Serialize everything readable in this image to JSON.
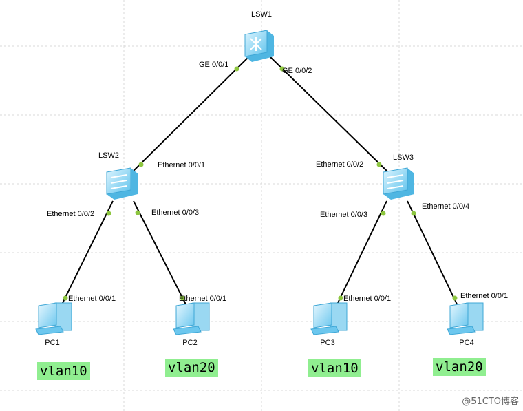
{
  "devices": {
    "lsw1": {
      "name": "LSW1",
      "icon": "core-switch-icon"
    },
    "lsw2": {
      "name": "LSW2",
      "icon": "switch-icon"
    },
    "lsw3": {
      "name": "LSW3",
      "icon": "switch-icon"
    },
    "pc1": {
      "name": "PC1",
      "icon": "pc-icon"
    },
    "pc2": {
      "name": "PC2",
      "icon": "pc-icon"
    },
    "pc3": {
      "name": "PC3",
      "icon": "pc-icon"
    },
    "pc4": {
      "name": "PC4",
      "icon": "pc-icon"
    }
  },
  "ports": {
    "lsw1_ge001": "GE 0/0/1",
    "lsw1_ge002": "GE 0/0/2",
    "lsw2_e001": "Ethernet 0/0/1",
    "lsw2_e002": "Ethernet 0/0/2",
    "lsw2_e003": "Ethernet 0/0/3",
    "lsw3_e002": "Ethernet 0/0/2",
    "lsw3_e003": "Ethernet 0/0/3",
    "lsw3_e004": "Ethernet 0/0/4",
    "pc1_e001": "Ethernet 0/0/1",
    "pc2_e001": "Ethernet 0/0/1",
    "pc3_e001": "Ethernet 0/0/1",
    "pc4_e001": "Ethernet 0/0/1"
  },
  "vlans": {
    "pc1": "vlan10",
    "pc2": "vlan20",
    "pc3": "vlan10",
    "pc4": "vlan20"
  },
  "colors": {
    "port_dot": "#8dc63f",
    "vlan_bg": "#90ee90",
    "grid": "#d9d9d9",
    "device": "#7fd0f0"
  },
  "watermark": "@51CTO博客"
}
